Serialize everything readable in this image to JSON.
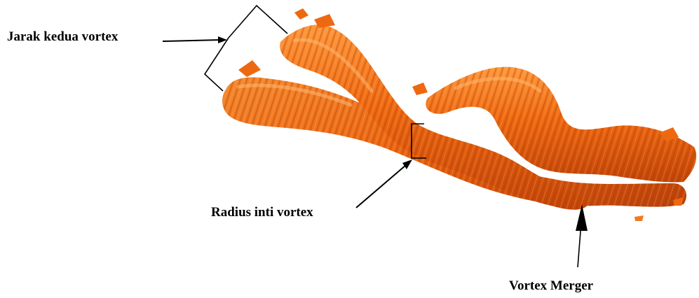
{
  "annotations": {
    "vortex_distance": "Jarak kedua vortex",
    "core_radius": "Radius inti vortex",
    "vortex_merger": "Vortex Merger"
  },
  "colors": {
    "vortex_dark": "#c24408",
    "vortex_main": "#f06a12",
    "vortex_light": "#ff9a3e",
    "annotation": "#000000",
    "background": "#ffffff"
  }
}
